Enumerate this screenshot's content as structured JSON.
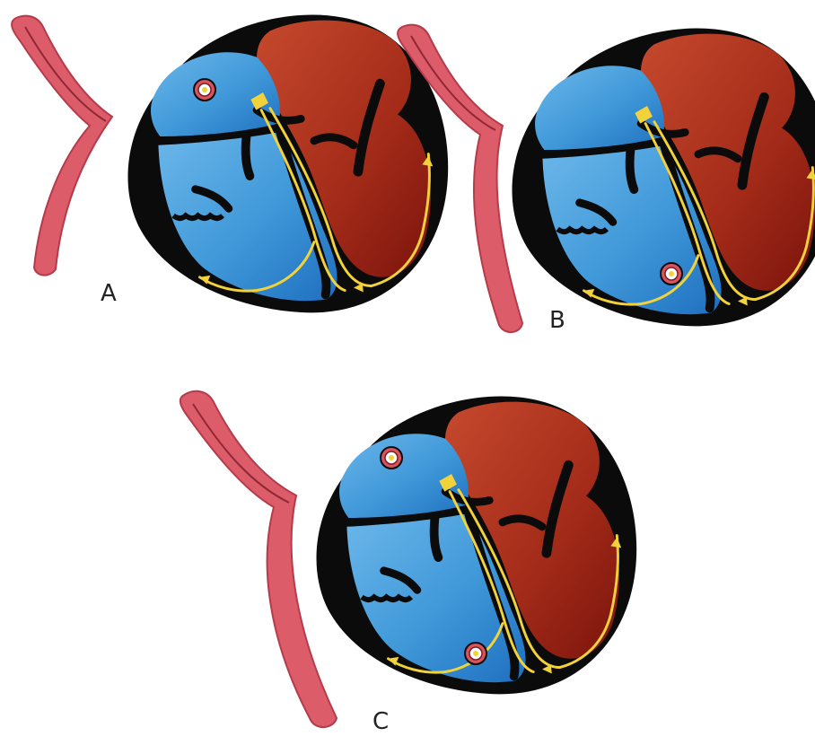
{
  "panels": [
    {
      "id": "a",
      "label": "A",
      "pacemaker_sites": 1
    },
    {
      "id": "b",
      "label": "B",
      "pacemaker_sites": 1
    },
    {
      "id": "c",
      "label": "C",
      "pacemaker_sites": 2
    }
  ],
  "colors": {
    "background": "#ffffff",
    "outline": "#0b0b0b",
    "vessel": "#dd5c6a",
    "right_chambers": "#3f98d8",
    "left_chambers": "#a22a18",
    "conduction_path": "#f2d23a",
    "pacemaker_ring": "#d9545f"
  },
  "icons": {
    "pacemaker": "concentric-circle-marker",
    "conduction_arrow": "arrowhead"
  }
}
